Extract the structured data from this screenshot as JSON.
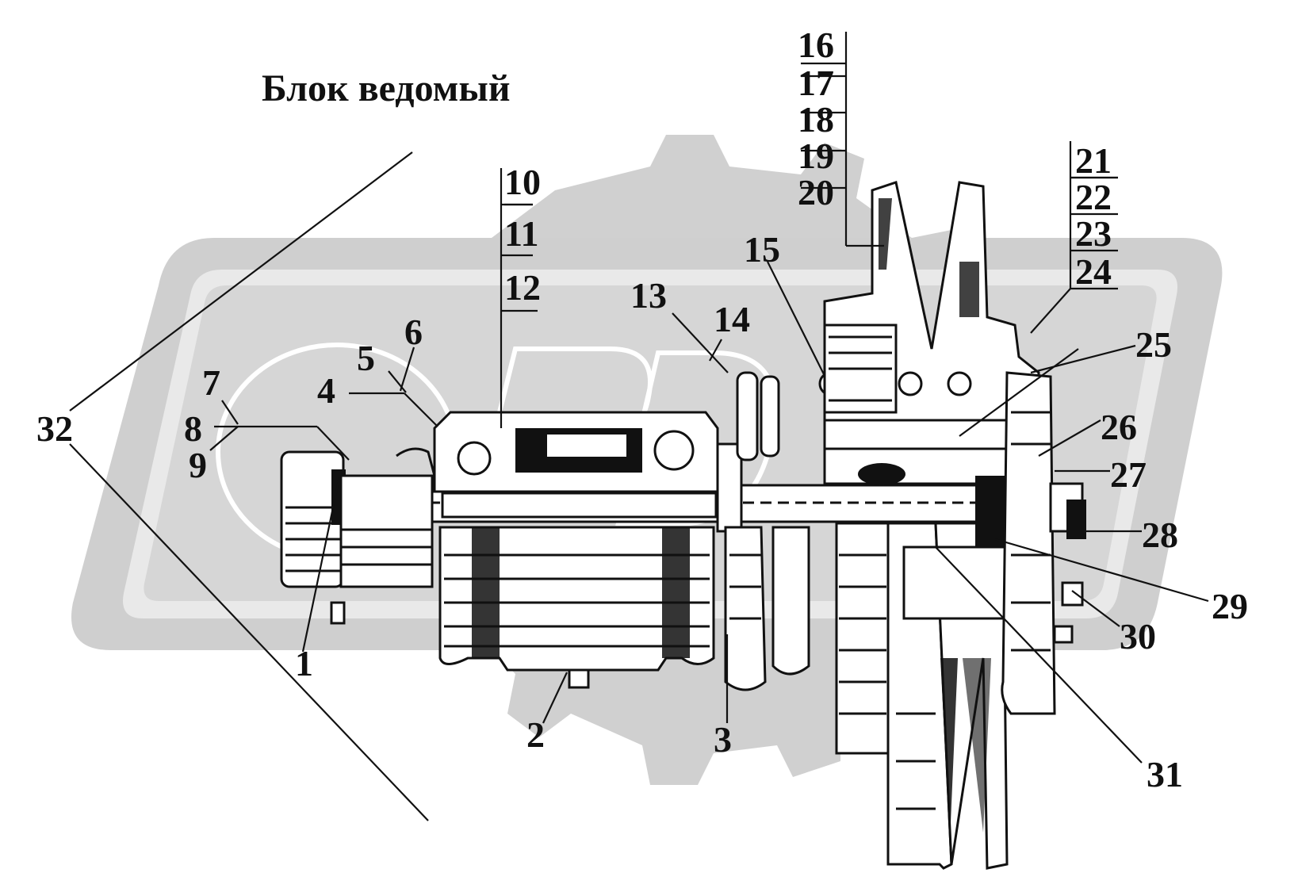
{
  "title": "Блок ведомый",
  "labels": {
    "l1": "1",
    "l2": "2",
    "l3": "3",
    "l4": "4",
    "l5": "5",
    "l6": "6",
    "l7": "7",
    "l8": "8",
    "l9": "9",
    "l10": "10",
    "l11": "11",
    "l12": "12",
    "l13": "13",
    "l14": "14",
    "l15": "15",
    "l16": "16",
    "l17": "17",
    "l18": "18",
    "l19": "19",
    "l20": "20",
    "l21": "21",
    "l22": "22",
    "l23": "23",
    "l24": "24",
    "l25": "25",
    "l26": "26",
    "l27": "27",
    "l28": "28",
    "l29": "29",
    "l30": "30",
    "l31": "31",
    "l32": "32"
  },
  "colors": {
    "watermark": "#d0d0d0",
    "ink": "#111111",
    "background": "#ffffff"
  }
}
